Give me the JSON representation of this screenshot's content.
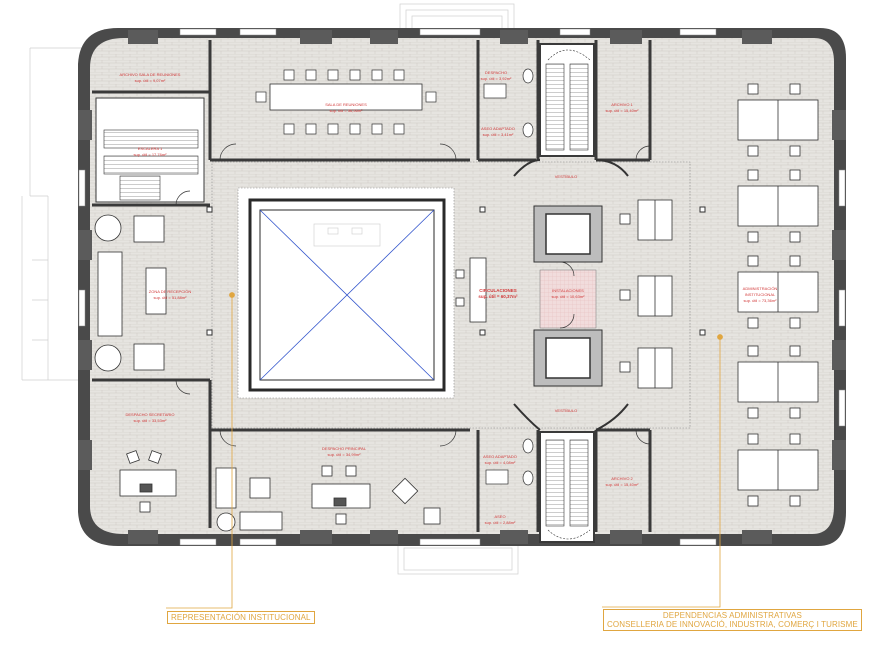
{
  "callouts": {
    "left": "REPRESENTACIÓN INSTITUCIONAL",
    "right_line1": "DEPENDENCIAS ADMINISTRATIVAS",
    "right_line2": "CONSELLERIA DE INNOVACIÓ, INDUSTRIA, COMERÇ I TURISME"
  },
  "colors": {
    "accent": "#e0a640",
    "room_label": "#d23a3a",
    "floor": "#e6e4e0",
    "wall": "#3a3a3a",
    "skylight_diagonal": "#3355cc"
  }
}
